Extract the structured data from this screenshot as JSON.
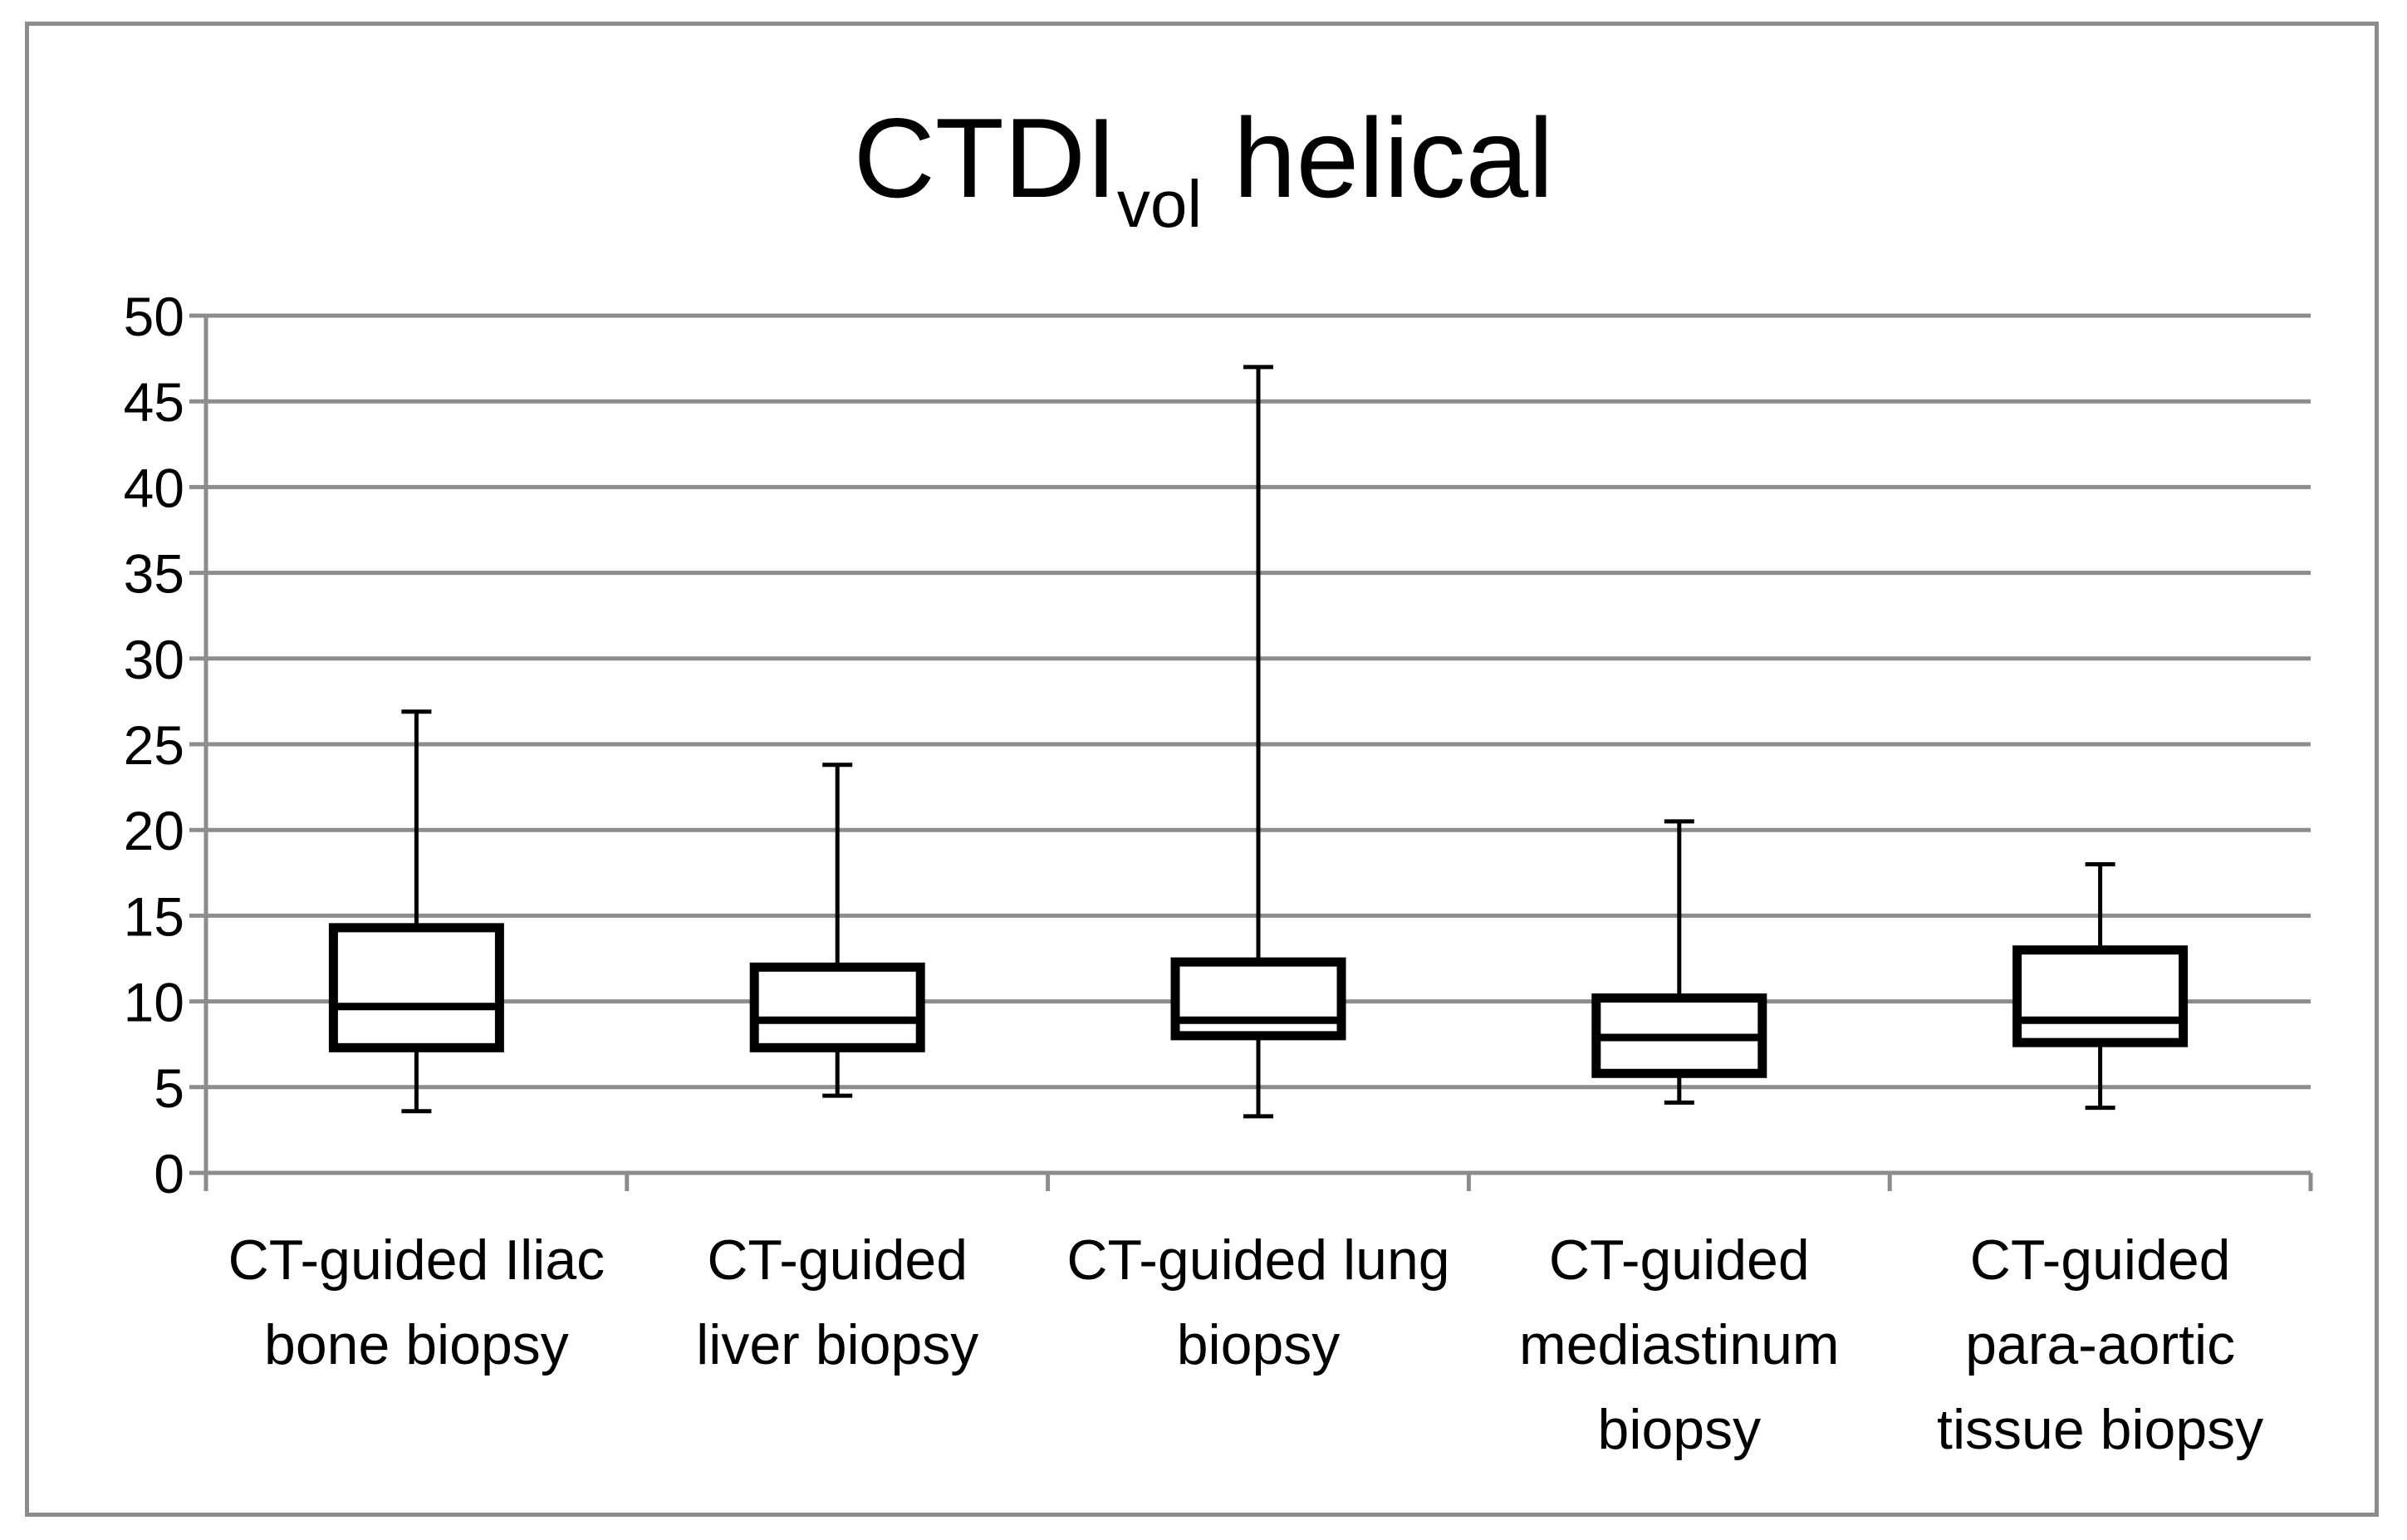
{
  "chart_data": {
    "type": "boxplot",
    "title": "CTDI",
    "title_subscript": "vol",
    "title_suffix": " helical",
    "xlabel": "",
    "ylabel": "",
    "ylim": [
      0,
      50
    ],
    "yticks": [
      0,
      5,
      10,
      15,
      20,
      25,
      30,
      35,
      40,
      45,
      50
    ],
    "grid": true,
    "categories": [
      [
        "CT-guided Iliac",
        "bone biopsy"
      ],
      [
        "CT-guided",
        "liver biopsy"
      ],
      [
        "CT-guided lung",
        "biopsy"
      ],
      [
        "CT-guided",
        "mediastinum",
        "biopsy"
      ],
      [
        "CT-guided",
        "para-aortic",
        "tissue biopsy"
      ]
    ],
    "boxes": [
      {
        "min": 3.6,
        "q1": 7.3,
        "median": 9.7,
        "q3": 14.3,
        "max": 26.9
      },
      {
        "min": 4.5,
        "q1": 7.3,
        "median": 8.9,
        "q3": 12.0,
        "max": 23.8
      },
      {
        "min": 3.3,
        "q1": 8.0,
        "median": 8.9,
        "q3": 12.3,
        "max": 47.0
      },
      {
        "min": 4.1,
        "q1": 5.8,
        "median": 7.9,
        "q3": 10.2,
        "max": 20.5
      },
      {
        "min": 3.8,
        "q1": 7.6,
        "median": 8.9,
        "q3": 13.0,
        "max": 18.0
      }
    ],
    "colors": {
      "grid": "#8c8c8c",
      "box": "#000000",
      "axis": "#8c8c8c"
    }
  }
}
